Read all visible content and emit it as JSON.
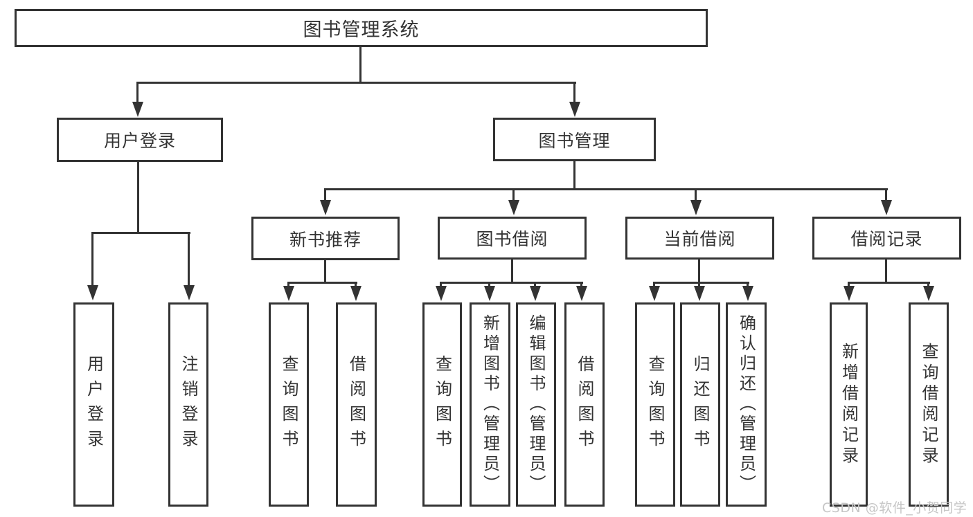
{
  "tree": {
    "root": {
      "label": "图书管理系统"
    },
    "branches": [
      {
        "label": "用户登录",
        "leaves": [
          {
            "label": "用户登录"
          },
          {
            "label": "注销登录"
          }
        ]
      },
      {
        "label": "图书管理",
        "groups": [
          {
            "label": "新书推荐",
            "leaves": [
              {
                "label": "查询图书"
              },
              {
                "label": "借阅图书"
              }
            ]
          },
          {
            "label": "图书借阅",
            "leaves": [
              {
                "label": "查询图书"
              },
              {
                "label": "新增图书（管理员）"
              },
              {
                "label": "编辑图书（管理员）"
              },
              {
                "label": "借阅图书"
              }
            ]
          },
          {
            "label": "当前借阅",
            "leaves": [
              {
                "label": "查询图书"
              },
              {
                "label": "归还图书"
              },
              {
                "label": "确认归还（管理员）"
              }
            ]
          },
          {
            "label": "借阅记录",
            "leaves": [
              {
                "label": "新增借阅记录"
              },
              {
                "label": "查询借阅记录"
              }
            ]
          }
        ]
      }
    ]
  },
  "watermark": "CSDN @软件_小贺同学",
  "colors": {
    "line": "#333333",
    "text": "#333333",
    "watermark": "#c6c6c6",
    "background": "#ffffff"
  }
}
